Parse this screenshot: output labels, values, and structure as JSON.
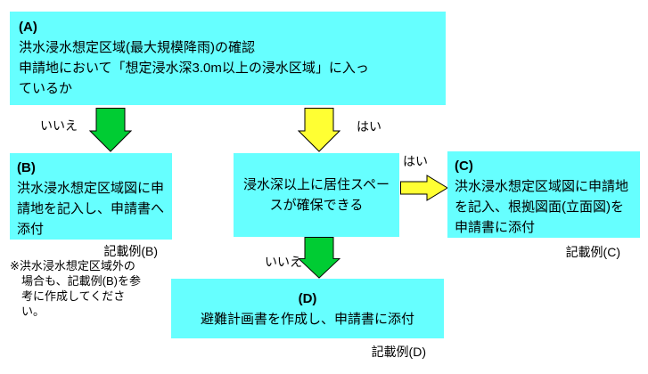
{
  "colors": {
    "background": "#FFFFFF",
    "box_fill": "#66FFFF",
    "arrow_yes": "#FFFF33",
    "arrow_no": "#00CC33",
    "outline": "#000000",
    "text": "#000000"
  },
  "labels": {
    "yes": "はい",
    "no": "いいえ"
  },
  "boxes": {
    "a": {
      "id": "(A)",
      "line1": "洪水浸水想定区域(最大規模降雨)の確認",
      "line2": "申請地において「想定浸水深3.0m以上の浸水区域」に入っ",
      "line3": "ているか"
    },
    "b": {
      "id": "(B)",
      "text": "洪水浸水想定区域図に申請地を記入し、申請書へ添付",
      "caption": "記載例(B)"
    },
    "mid": {
      "text": "浸水深以上に居住スペースが確保できる"
    },
    "c": {
      "id": "(C)",
      "text": "洪水浸水想定区域図に申請地を記入、根拠図面(立面図)を申請書に添付",
      "caption": "記載例(C)"
    },
    "d": {
      "id": "(D)",
      "text": "避難計画書を作成し、申請書に添付",
      "caption": "記載例(D)"
    }
  },
  "note": "※洪水浸水想定区域外の場合も、記載例(B)を参考に作成してください。"
}
